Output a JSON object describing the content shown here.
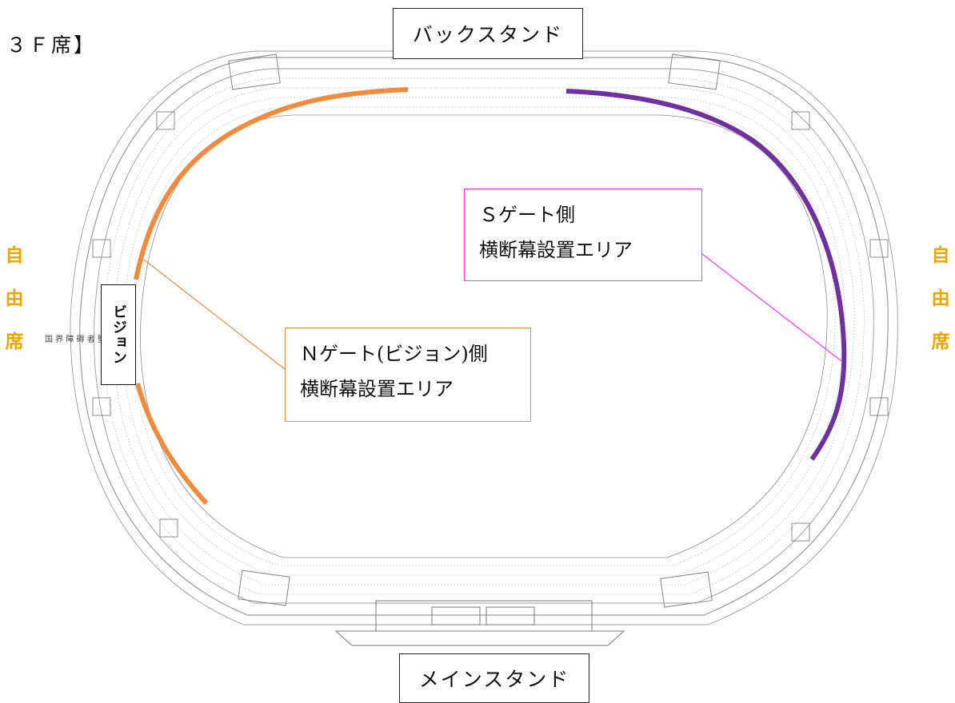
{
  "floor_title": "３Ｆ席】",
  "back_stand_label": "バックスタンド",
  "main_stand_label": "メインスタンド",
  "free_seat_left": [
    "自",
    "由",
    "席"
  ],
  "free_seat_right": [
    "自",
    "由",
    "席"
  ],
  "vision_label": "ビジョン",
  "side_note": "国 界 障 碍 者 聖 ス",
  "s_gate_callout": {
    "line1": "Ｓゲート側",
    "line2": "横断幕設置エリア",
    "border_color": "#ff33ff"
  },
  "n_gate_callout": {
    "line1": "Ｎゲート(ビジョン)側",
    "line2": "横断幕設置エリア",
    "border_color": "#f08a3c"
  },
  "colors": {
    "n_gate_area": "#f08a3c",
    "s_gate_area": "#7030a0",
    "free_seat_text": "#f0a400",
    "stadium_lines": "#9a9a9a"
  }
}
